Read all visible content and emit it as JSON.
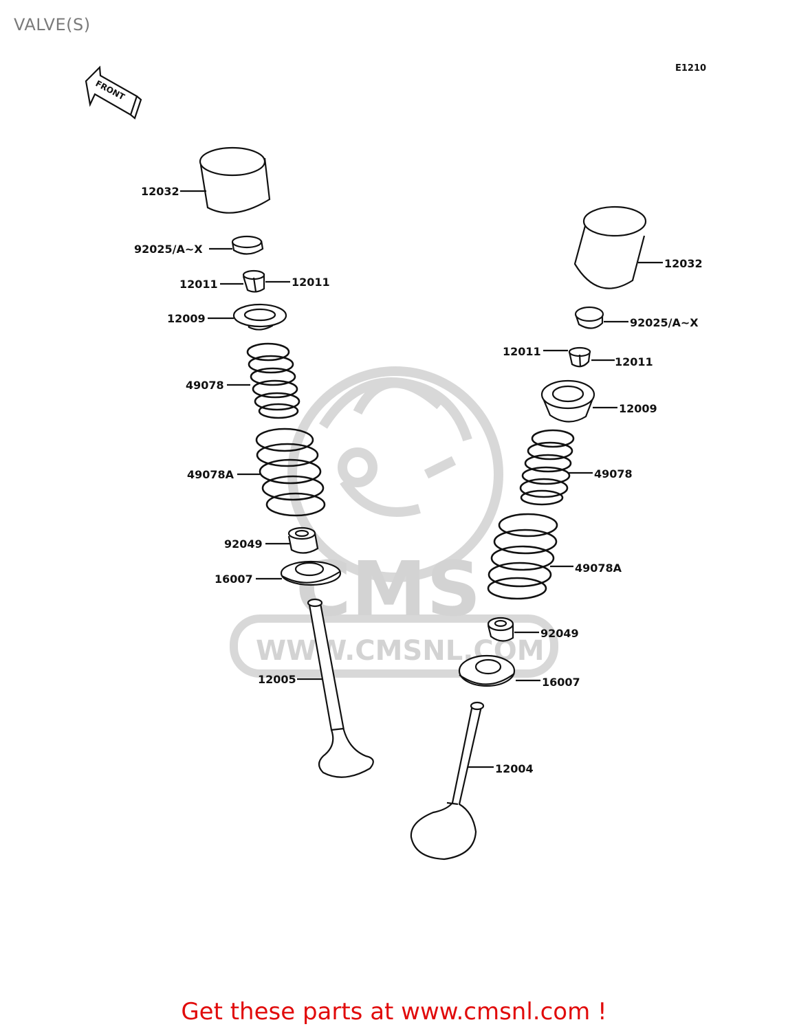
{
  "title": "VALVE(S)",
  "drawing_code": "E1210",
  "front_label": "FRONT",
  "watermark": {
    "logo_text": "CMS",
    "url_text": "WWW.CMSNL.COM",
    "color": "#cfcfcf"
  },
  "parts": {
    "left": {
      "tappet": "12032",
      "shim": "92025/A~X",
      "keeper_left": "12011",
      "keeper_right": "12011",
      "retainer": "12009",
      "inner_spring": "49078",
      "outer_spring": "49078A",
      "stem_seal": "92049",
      "spring_seat": "16007",
      "valve": "12005"
    },
    "right": {
      "tappet": "12032",
      "shim": "92025/A~X",
      "keeper_left": "12011",
      "keeper_right": "12011",
      "retainer": "12009",
      "inner_spring": "49078",
      "outer_spring": "49078A",
      "stem_seal": "92049",
      "spring_seat": "16007",
      "valve": "12004"
    }
  },
  "footer": "Get these parts at www.cmsnl.com !",
  "colors": {
    "footer": "#e10b0b",
    "title": "#7a7a7a",
    "lines": "#111111"
  }
}
